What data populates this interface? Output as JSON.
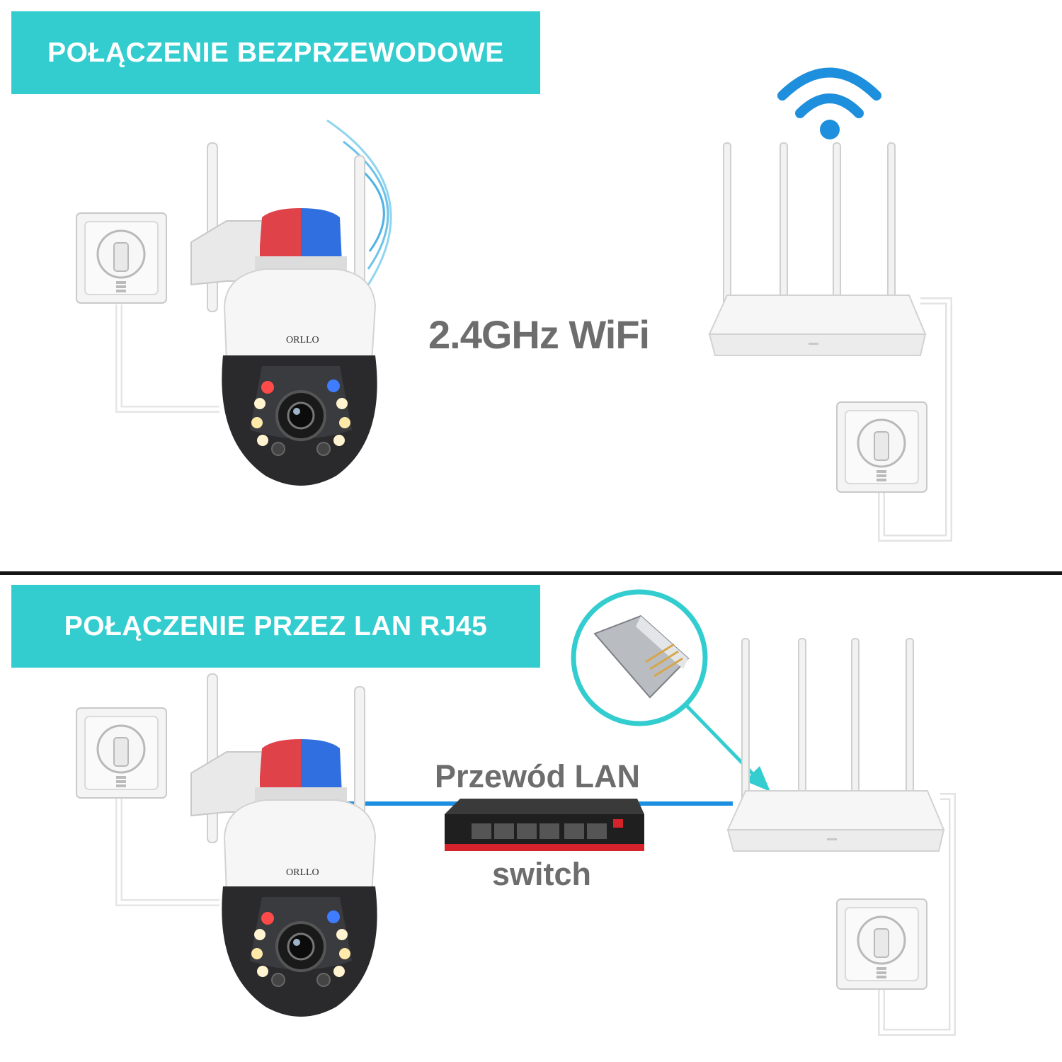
{
  "sections": {
    "wireless": {
      "title": "POŁĄCZENIE BEZPRZEWODOWE",
      "link_label": "2.4GHz WiFi"
    },
    "lan": {
      "title": "POŁĄCZENIE PRZEZ LAN RJ45",
      "cable_label": "Przewód LAN",
      "switch_label": "switch"
    }
  },
  "camera": {
    "brand": "ORLLO"
  },
  "icons": [
    "wall-socket-icon",
    "camera-icon",
    "router-icon",
    "wifi-icon",
    "signal-waves-icon",
    "switch-icon",
    "rj45-connector-icon",
    "arrow-icon"
  ],
  "colors": {
    "accent": "#33cdd0",
    "wifi_blue": "#1e8fdc",
    "cable_blue": "#1c8fe0",
    "label_gray": "#6d6d6d"
  }
}
